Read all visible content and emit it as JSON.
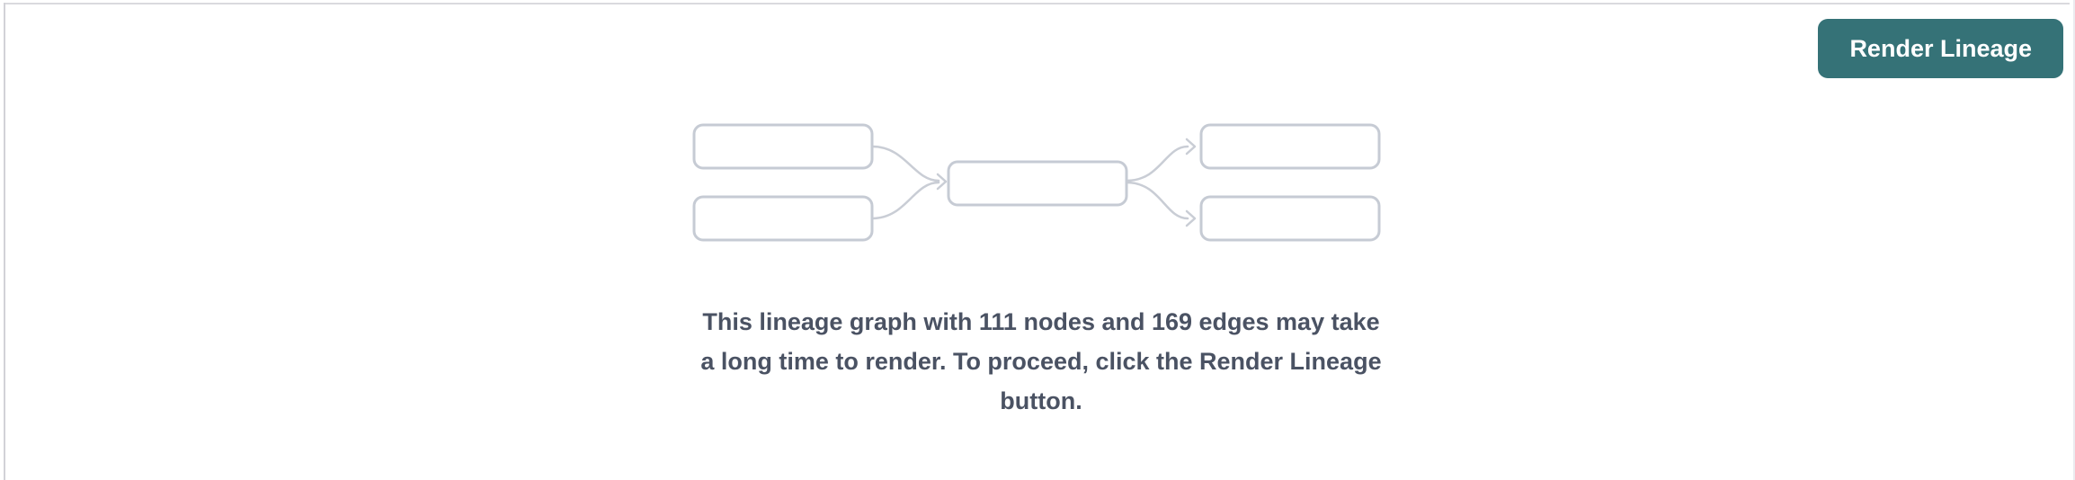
{
  "panel": {
    "background_color": "#ffffff",
    "frame_border_color": "#dadade"
  },
  "toolbar": {
    "render_button_label": "Render Lineage",
    "render_button_bg": "#357277",
    "render_button_text_color": "#ffffff"
  },
  "lineage_placeholder": {
    "description": "placeholder lineage graph with five empty nodes and curved connector arrows",
    "node_box_count": 5,
    "box_border_color": "#c6cbd4",
    "box_fill_color": "#ffffff",
    "arrow_color": "#c9cdd5"
  },
  "message": {
    "lines": {
      "0": "This lineage graph with 111 nodes and 169 edges may take",
      "1": "a long time to render. To proceed, click the Render Lineage",
      "2": "button."
    },
    "full_text": "This lineage graph with 111 nodes and 169 edges may take a long time to render. To proceed, click the Render Lineage button.",
    "node_count": "111",
    "edge_count": "169",
    "text_color": "#4a5263"
  }
}
